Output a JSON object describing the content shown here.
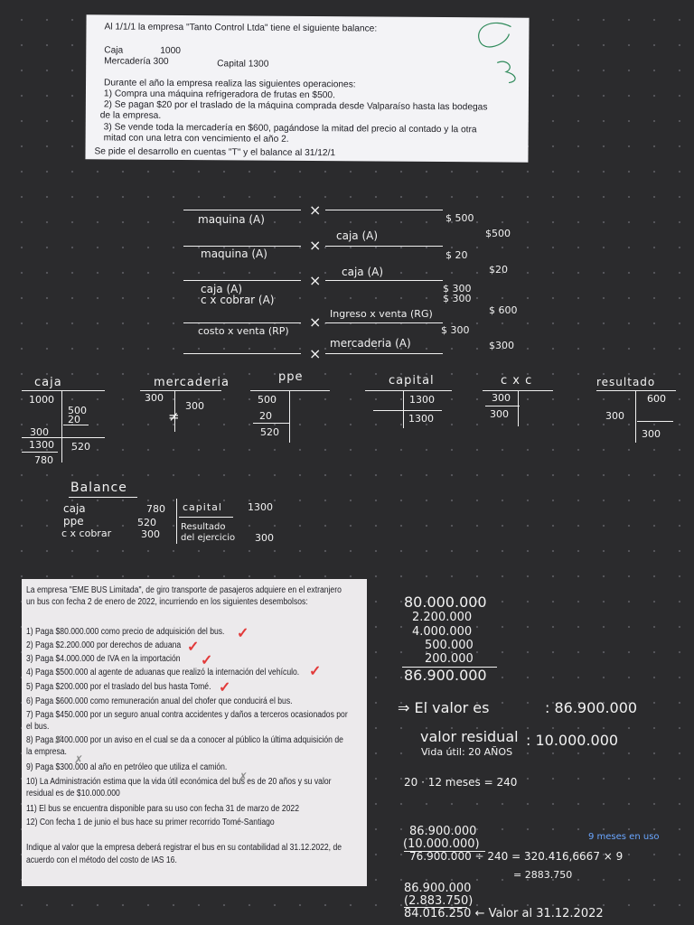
{
  "problem1": {
    "intro": "Al 1/1/1 la empresa \"Tanto Control Ltda\" tiene el siguiente balance:",
    "caja_label": "Caja",
    "caja_value": "1000",
    "merc": "Mercadería 300",
    "capital": "Capital 1300",
    "ops_title": "Durante el año la empresa realiza las siguientes operaciones:",
    "op1": "1) Compra una máquina refrigeradora de frutas en $500.",
    "op2a": "2) Se pagan $20 por el traslado de la máquina comprada desde Valparaíso hasta las bodegas",
    "op2b": "de la empresa.",
    "op3a": "3) Se vende toda la mercadería en $600, pagándose la mitad del precio al contado y la otra",
    "op3b": "mitad con una letra con vencimiento el año 2.",
    "task": "Se pide el desarrollo en cuentas \"T\" y el balance al 31/12/1"
  },
  "journal": {
    "x": "×",
    "e1_debit": "maquina (A)",
    "e1_debit_amt": "$ 500",
    "e1_credit": "caja (A)",
    "e1_credit_amt": "$500",
    "e2_debit": "maquina (A)",
    "e2_debit_amt": "$ 20",
    "e2_credit": "caja (A)",
    "e2_credit_amt": "$20",
    "e3_debit1": "caja (A)",
    "e3_debit2": "c x cobrar (A)",
    "e3_amt1": "$ 300",
    "e3_amt2": "$ 300",
    "e3_credit": "Ingreso x venta (RG)",
    "e3_credit_amt": "$ 600",
    "e4_debit": "costo x venta (RP)",
    "e4_debit_amt": "$ 300",
    "e4_credit": "mercaderia (A)",
    "e4_credit_amt": "$300"
  },
  "t_accounts": {
    "caja": {
      "title": "caja",
      "d1": "1000",
      "c1": "500",
      "c2": "20",
      "d2": "300",
      "d_total": "1300",
      "c_total": "520",
      "balance": "780"
    },
    "merc": {
      "title": "mercaderia",
      "d1": "300",
      "c1": "300",
      "close": "≠"
    },
    "ppe": {
      "title": "ppe",
      "d1": "500",
      "d2": "20",
      "d_total": "520"
    },
    "capital": {
      "title": "capital",
      "c1": "1300",
      "c_total": "1300"
    },
    "cxc": {
      "title": "c x c",
      "d1": "300",
      "d_total": "300"
    },
    "resultado": {
      "title": "resultado",
      "c1": "600",
      "d1": "300",
      "balance": "300"
    }
  },
  "balance": {
    "title": "Balance",
    "rows_left": [
      {
        "label": "caja",
        "value": "780"
      },
      {
        "label": "ppe",
        "value": "520"
      },
      {
        "label": "c x cobrar",
        "value": "300"
      }
    ],
    "capital_label": "capital",
    "capital_value": "1300",
    "resultado_label1": "Resultado",
    "resultado_label2": "del ejercicio",
    "resultado_value": "300"
  },
  "problem2": {
    "intro1": "La empresa \"EME BUS Limitada\", de giro transporte de pasajeros adquiere en el extranjero",
    "intro2": "un bus con fecha 2 de enero de 2022, incurriendo en los siguientes desembolsos:",
    "items": [
      "1) Paga $80.000.000 como precio de adquisición del bus.",
      "2) Paga $2.200.000 por derechos de aduana",
      "3) Paga $4.000.000 de IVA en la importación",
      "4) Paga $500.000 al agente de aduanas que realizó la internación del vehículo.",
      "5) Paga $200.000 por el traslado del bus hasta Tomé.",
      "6) Paga $600.000 como remuneración anual del chofer que conducirá el bus.",
      "7) Paga $450.000 por un seguro anual contra accidentes y daños a terceros ocasionados por",
      "el bus.",
      "8) Paga $400.000 por un aviso en el cual se da a conocer al público la última adquisición de",
      "la empresa.",
      "9) Paga $300.000 al año en petróleo que utiliza el camión.",
      "10) La Administración estima que la vida útil económica del bus es de 20 años y su valor",
      "residual es de $10.000.000",
      "11) El bus se encuentra disponible para su uso con fecha 31 de marzo de 2022",
      "12) Con fecha 1 de junio el bus hace su primer recorrido Tomé-Santiago"
    ],
    "question1": "Indique al valor que la empresa deberá registrar el bus en su contabilidad al 31.12.2022, de",
    "question2": "acuerdo con el método del costo de IAS 16."
  },
  "calc": {
    "sum": [
      "80.000.000",
      "2.200.000",
      "4.000.000",
      "500.000",
      "200.000"
    ],
    "sum_total": "86.900.000",
    "valor_label": "⇒ El valor es",
    "valor": ": 86.900.000",
    "residual_label": "valor residual",
    "residual": ": 10.000.000",
    "vida": "Vida útil: 20 AÑOS",
    "meses": "20 · 12 meses = 240",
    "sub1": "86.900.000",
    "sub2": "(10.000.000)",
    "sub_res": "76.900.000 ÷ 240 = 320.416,6667 × 9",
    "meses_uso": "9 meses en uso",
    "dep": "= 2883.750",
    "fin1": "86.900.000",
    "fin2": "(2.883.750)",
    "fin3": "84.016.250 ← Valor al 31.12.2022"
  },
  "colors": {
    "background": "#2b2b2d",
    "ink": "#f2f2f2",
    "check": "#e23a3a",
    "note": "#6aa6ff"
  }
}
